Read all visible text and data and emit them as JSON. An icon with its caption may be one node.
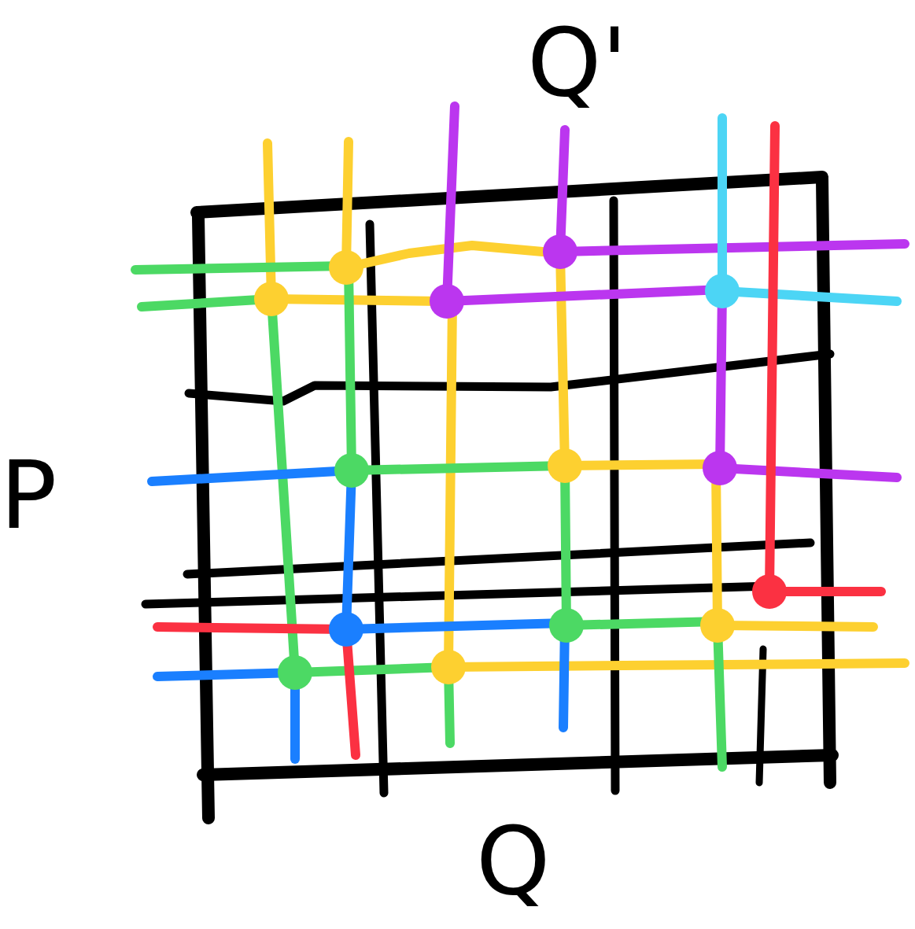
{
  "diagram": {
    "labels": [
      "Q'",
      "P",
      "Q"
    ]
  }
}
